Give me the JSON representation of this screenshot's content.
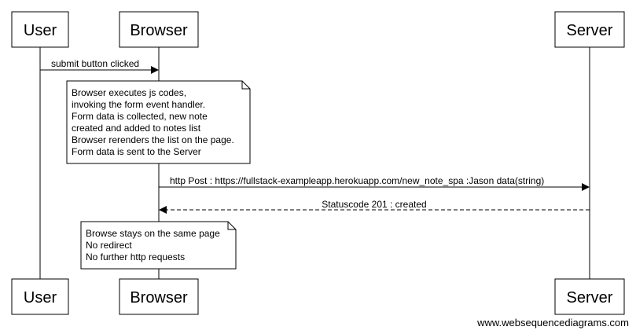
{
  "diagram": {
    "participants": [
      {
        "id": "user",
        "label": "User"
      },
      {
        "id": "browser",
        "label": "Browser"
      },
      {
        "id": "server",
        "label": "Server"
      }
    ],
    "messages": [
      {
        "from": "user",
        "to": "browser",
        "label": "submit button clicked",
        "style": "solid"
      },
      {
        "from": "browser",
        "to": "server",
        "label": "http Post : https://fullstack-exampleapp.herokuapp.com/new_note_spa :Jason data(string)",
        "style": "solid"
      },
      {
        "from": "server",
        "to": "browser",
        "label": "Statuscode 201 : created",
        "style": "dashed"
      }
    ],
    "notes": [
      {
        "over": "browser",
        "lines": [
          "Browser executes js codes,",
          "invoking the form event handler.",
          "Form data is collected, new note",
          "created and added to notes list",
          "Browser rerenders the list on the page.",
          "Form data is sent to the Server"
        ]
      },
      {
        "over": "browser",
        "lines": [
          "Browse stays on the same page",
          "No redirect",
          "No further http requests"
        ]
      }
    ],
    "watermark": "www.websequencediagrams.com"
  }
}
